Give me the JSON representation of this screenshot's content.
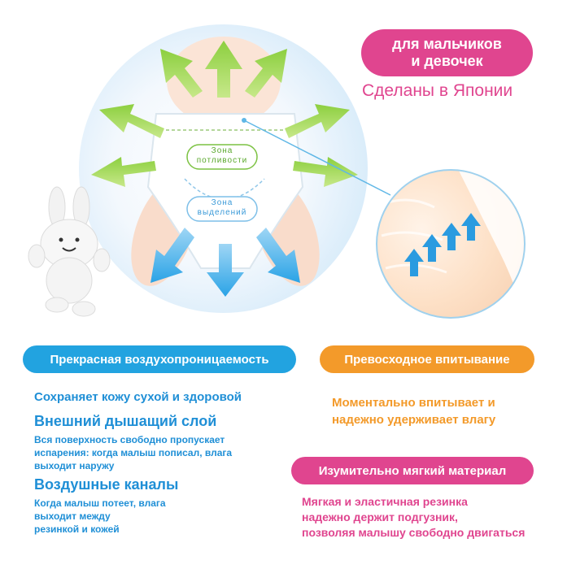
{
  "badge": {
    "line1": "для мальчиков",
    "line2": "и девочек",
    "made_in": "Сделаны в Японии"
  },
  "illustration": {
    "zone_sweat_line1": "Зона",
    "zone_sweat_line2": "потливости",
    "zone_excretion_line1": "Зона",
    "zone_excretion_line2": "выделений"
  },
  "breathability": {
    "heading": "Прекрасная воздухопроницаемость",
    "subtitle": "Сохраняет кожу сухой и здоровой",
    "outer_layer_title": "Внешний дышащий слой",
    "outer_layer_line1": "Вся поверхность свободно пропускает",
    "outer_layer_line2": "испарения: когда малыш пописал, влага",
    "outer_layer_line3": "выходит наружу",
    "air_channels_title": "Воздушные каналы",
    "air_channels_line1": "Когда малыш потеет, влага",
    "air_channels_line2": "выходит между",
    "air_channels_line3": "резинкой и кожей"
  },
  "absorption": {
    "heading": "Превосходное впитывание",
    "line1": "Моментально впитывает и",
    "line2": "надежно удерживает влагу"
  },
  "softness": {
    "heading": "Изумительно мягкий материал",
    "line1": "Мягкая и эластичная резинка",
    "line2": "надежно держит подгузник,",
    "line3": "позволяя малышу свободно двигаться"
  },
  "colors": {
    "pink": "#e0458f",
    "blue": "#22a3e0",
    "orange": "#f39a2a",
    "green": "#7cc242"
  }
}
